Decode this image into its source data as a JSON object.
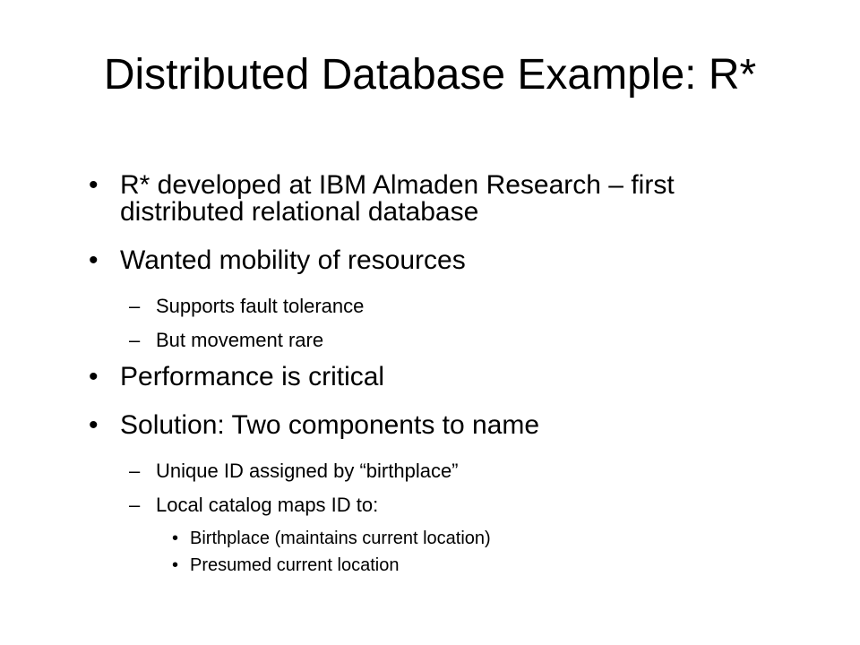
{
  "slide": {
    "title": "Distributed Database Example: R*",
    "markers": {
      "level1": "•",
      "level2": "–",
      "level3": "•"
    },
    "bullets": [
      {
        "text": "R* developed at IBM Almaden Research – first distributed relational database"
      },
      {
        "text": "Wanted mobility of resources",
        "children": [
          {
            "text": "Supports fault tolerance"
          },
          {
            "text": "But movement rare"
          }
        ]
      },
      {
        "text": "Performance is critical"
      },
      {
        "text": "Solution:  Two components to name",
        "children": [
          {
            "text": "Unique ID assigned by “birthplace”"
          },
          {
            "text": "Local catalog maps ID to:",
            "children": [
              {
                "text": "Birthplace (maintains current location)"
              },
              {
                "text": "Presumed current location"
              }
            ]
          }
        ]
      }
    ]
  }
}
